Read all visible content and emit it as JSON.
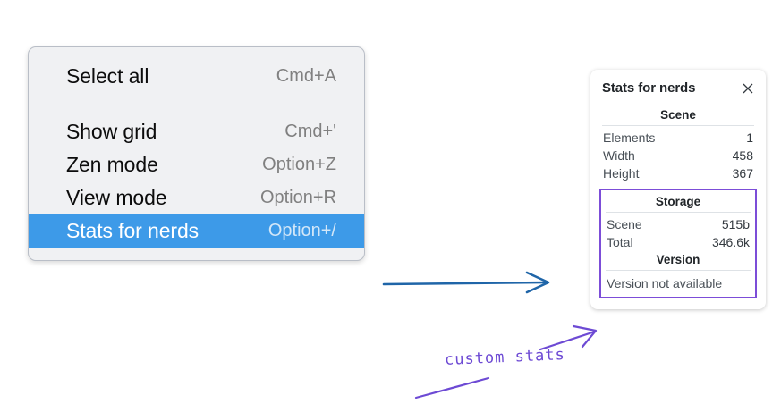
{
  "menu": {
    "sections": [
      {
        "items": [
          {
            "label": "Select all",
            "shortcut": "Cmd+A",
            "selected": false
          }
        ]
      },
      {
        "items": [
          {
            "label": "Show grid",
            "shortcut": "Cmd+'",
            "selected": false
          },
          {
            "label": "Zen mode",
            "shortcut": "Option+Z",
            "selected": false
          },
          {
            "label": "View mode",
            "shortcut": "Option+R",
            "selected": false
          },
          {
            "label": "Stats for nerds",
            "shortcut": "Option+/",
            "selected": true
          }
        ]
      }
    ],
    "highlight_color": "#3d9ae8",
    "background_color": "#f0f1f3"
  },
  "stats_panel": {
    "title": "Stats for nerds",
    "close_icon": "close-icon",
    "scene": {
      "heading": "Scene",
      "rows": [
        {
          "label": "Elements",
          "value": "1"
        },
        {
          "label": "Width",
          "value": "458"
        },
        {
          "label": "Height",
          "value": "367"
        }
      ]
    },
    "storage": {
      "heading": "Storage",
      "rows": [
        {
          "label": "Scene",
          "value": "515b"
        },
        {
          "label": "Total",
          "value": "346.6k"
        }
      ]
    },
    "version": {
      "heading": "Version",
      "text": "Version not available"
    },
    "custom_border_color": "#7c4dd8"
  },
  "annotations": {
    "handwritten_label": "custom stats",
    "purple_color": "#6d4ad4",
    "blue_arrow_color": "#1f65a8"
  }
}
